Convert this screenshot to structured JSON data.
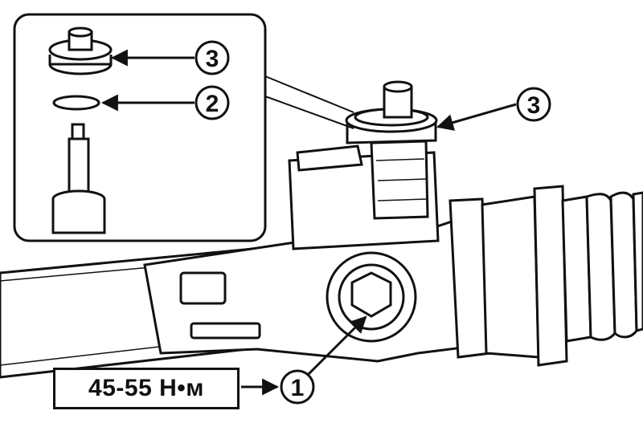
{
  "callouts": {
    "inset_top": "3",
    "inset_mid": "2",
    "main_right": "3",
    "bolt": "1"
  },
  "torque_label": "45-55 Н•м",
  "colors": {
    "ink": "#111111",
    "paper": "#ffffff"
  },
  "icons": [
    "callout-circle",
    "leader-arrow"
  ]
}
